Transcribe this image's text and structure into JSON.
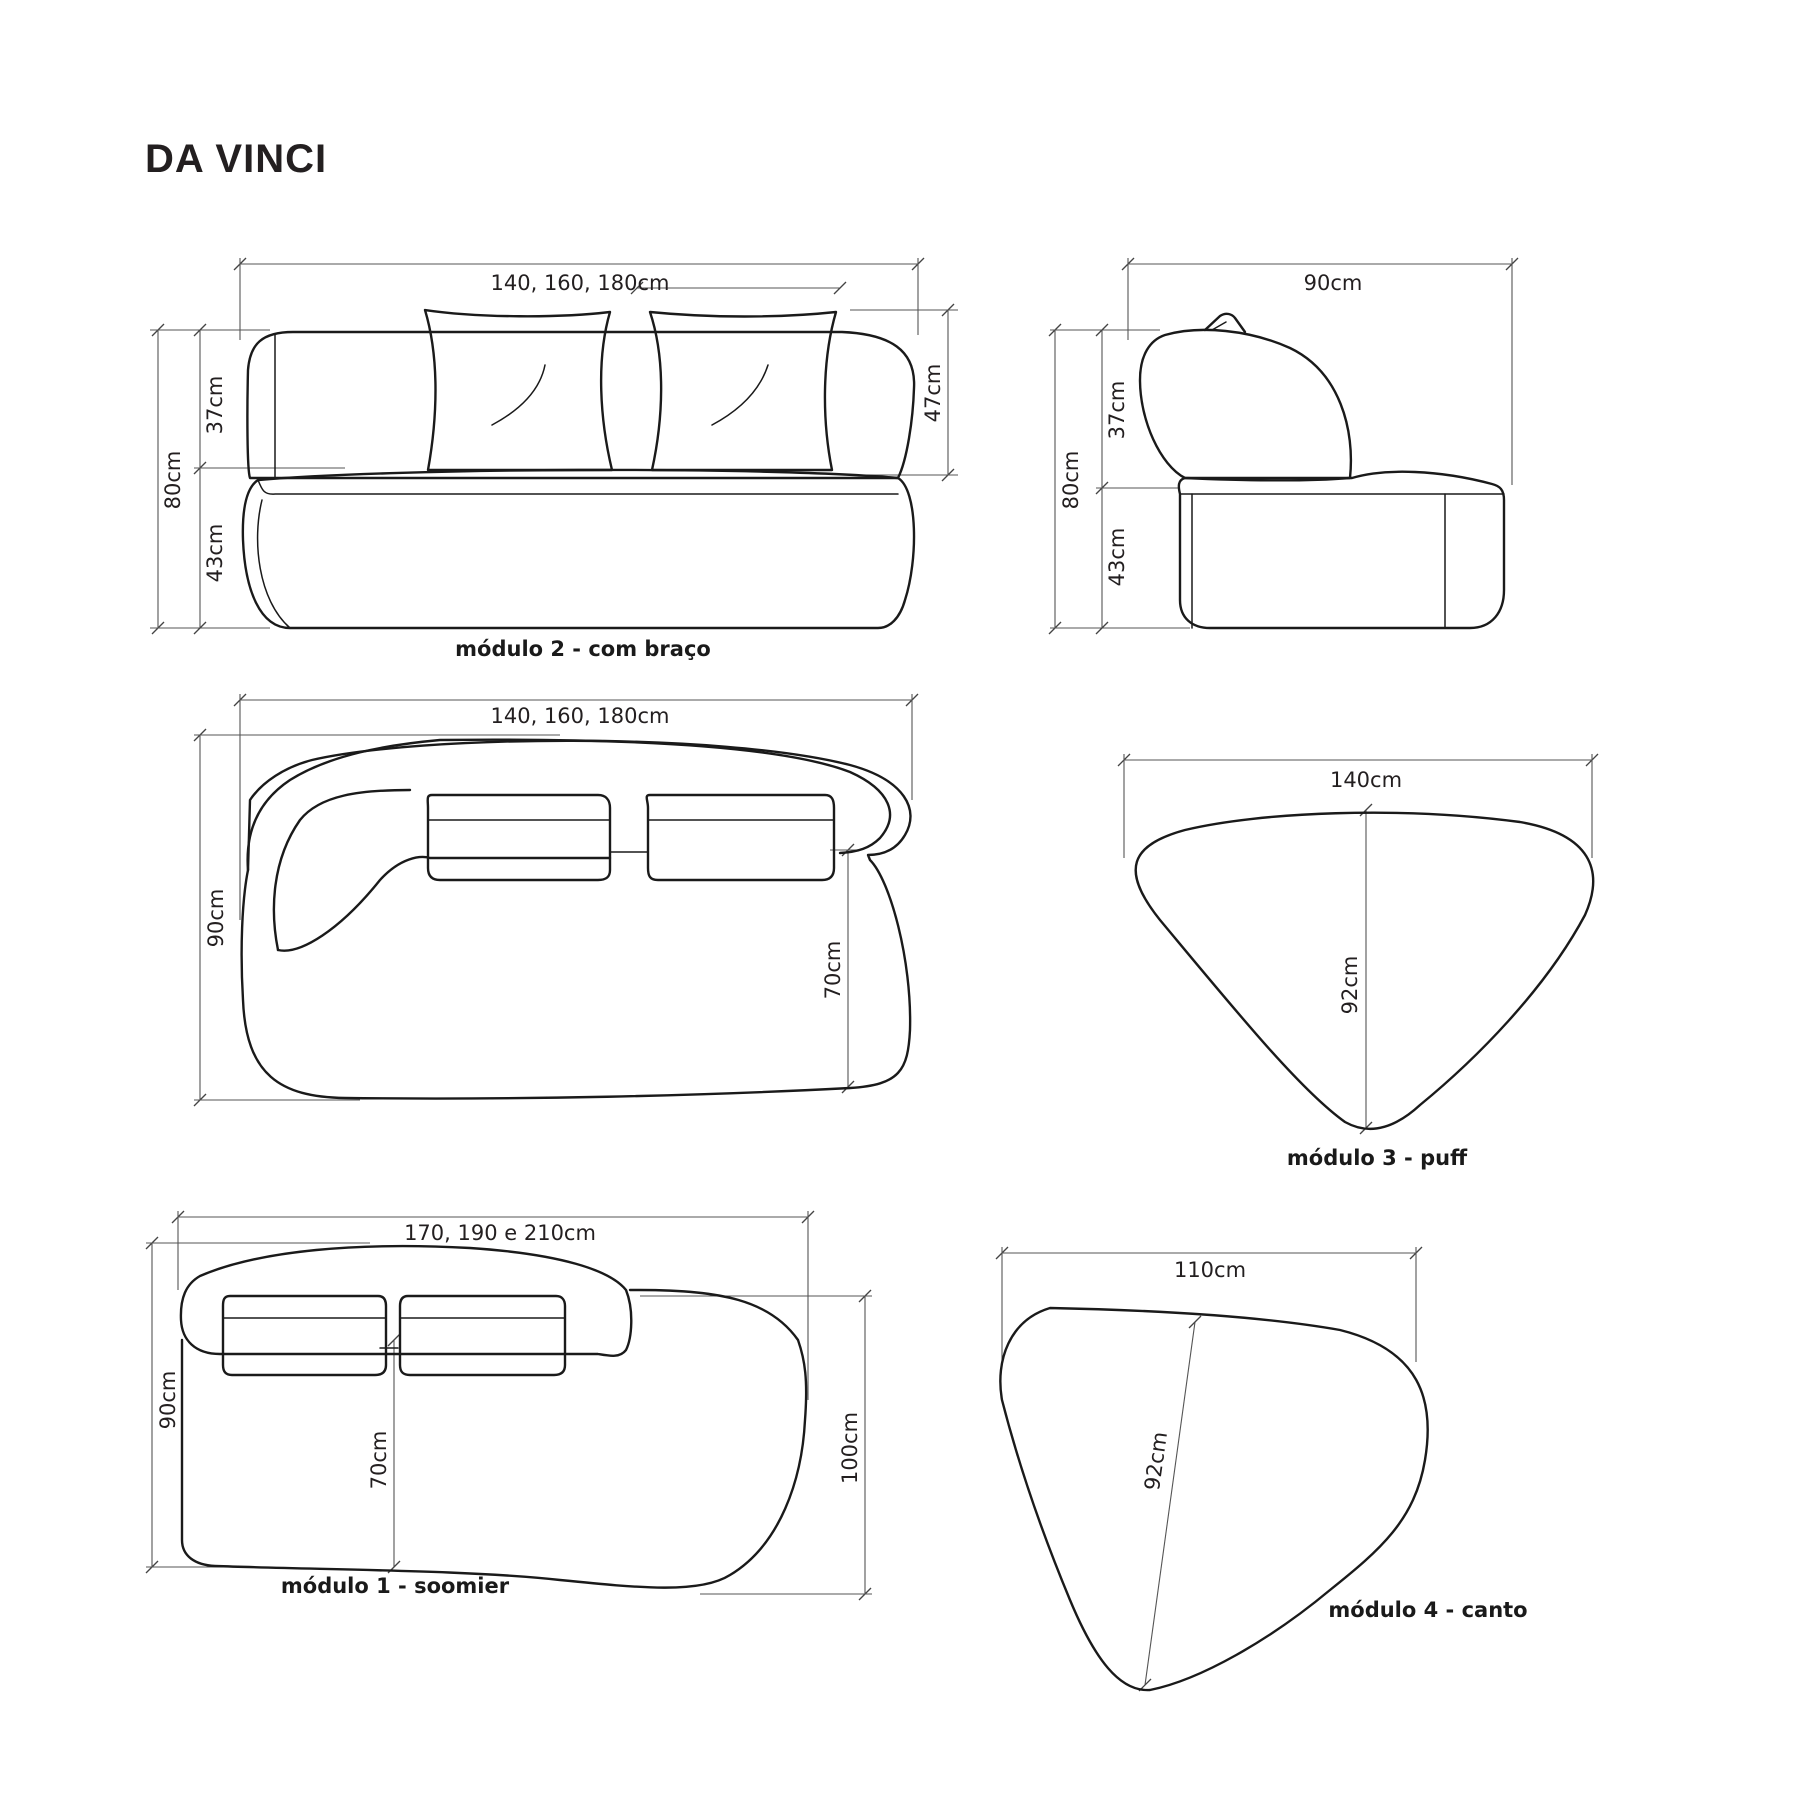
{
  "title": "DA VINCI",
  "modulo2_front": {
    "caption": "módulo 2 - com braço",
    "width": "140, 160, 180cm",
    "height_total": "80cm",
    "back_height": "37cm",
    "seat_height": "43cm",
    "cushion_height": "47cm"
  },
  "modulo2_side": {
    "depth": "90cm",
    "height_total": "80cm",
    "back_height": "37cm",
    "seat_height": "43cm"
  },
  "modulo2_top": {
    "width": "140, 160, 180cm",
    "depth": "90cm",
    "seat_depth": "70cm"
  },
  "modulo3": {
    "caption": "módulo 3 - puff",
    "width": "140cm",
    "depth": "92cm"
  },
  "modulo1": {
    "caption": "módulo 1 - soomier",
    "width": "170, 190 e 210cm",
    "depth_left": "90cm",
    "seat_depth": "70cm",
    "depth_right": "100cm"
  },
  "modulo4": {
    "caption": "módulo 4 - canto",
    "width": "110cm",
    "depth": "92cm"
  }
}
